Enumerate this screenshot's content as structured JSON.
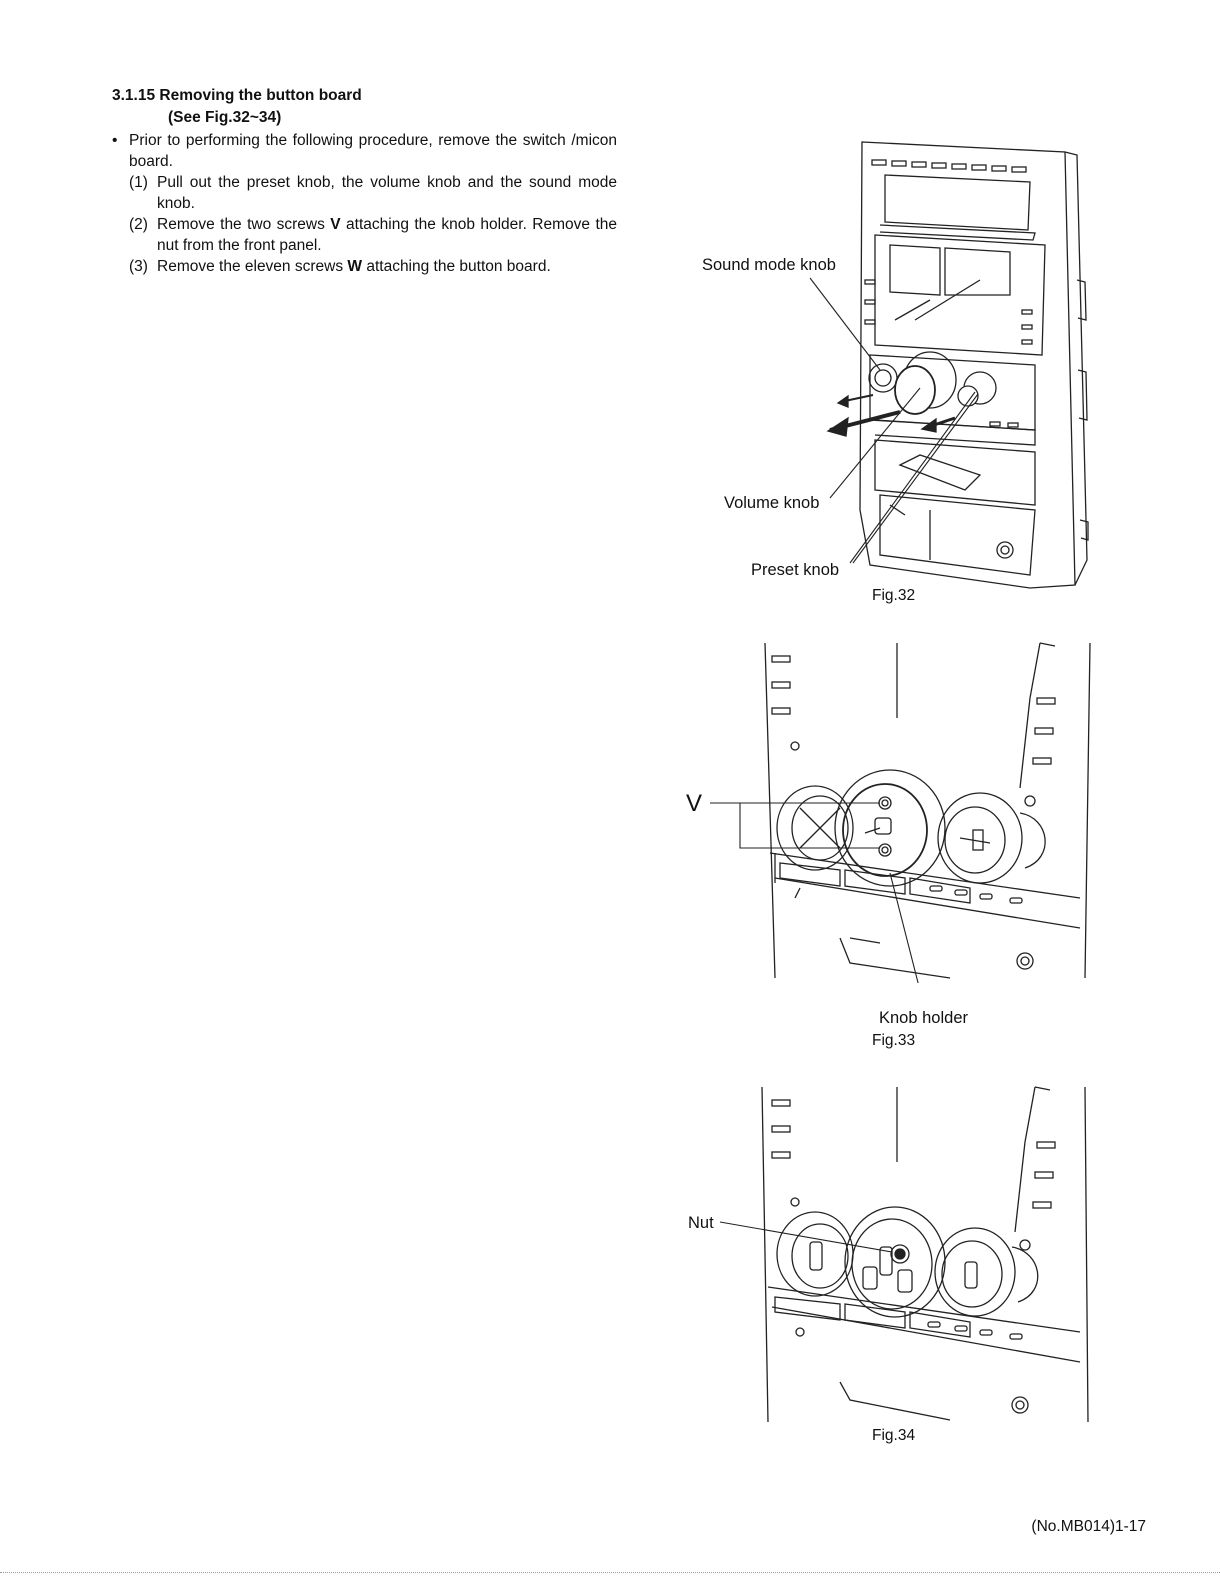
{
  "section": {
    "title": "3.1.15 Removing the button board",
    "subtitle": "(See Fig.32~34)"
  },
  "note": {
    "bullet": "•",
    "text": "Prior to performing the following procedure, remove the switch /micon board."
  },
  "steps": [
    {
      "num": "(1)",
      "pre": "Pull out the preset knob, the volume knob and the sound mode knob.",
      "bold": "",
      "post": ""
    },
    {
      "num": "(2)",
      "pre": "Remove the two screws ",
      "bold": "V",
      "post": "  attaching the knob holder. Remove the nut from the front panel."
    },
    {
      "num": "(3)",
      "pre": "Remove the eleven screws ",
      "bold": "W",
      "post": "  attaching the button board."
    }
  ],
  "figures": {
    "fig32": {
      "caption": "Fig.32",
      "labels": {
        "sound_mode": "Sound mode knob",
        "volume": "Volume knob",
        "preset": "Preset knob"
      }
    },
    "fig33": {
      "caption": "Fig.33",
      "labels": {
        "v": "V",
        "holder": "Knob holder"
      }
    },
    "fig34": {
      "caption": "Fig.34",
      "labels": {
        "nut": "Nut"
      }
    }
  },
  "footer": "(No.MB014)1-17"
}
